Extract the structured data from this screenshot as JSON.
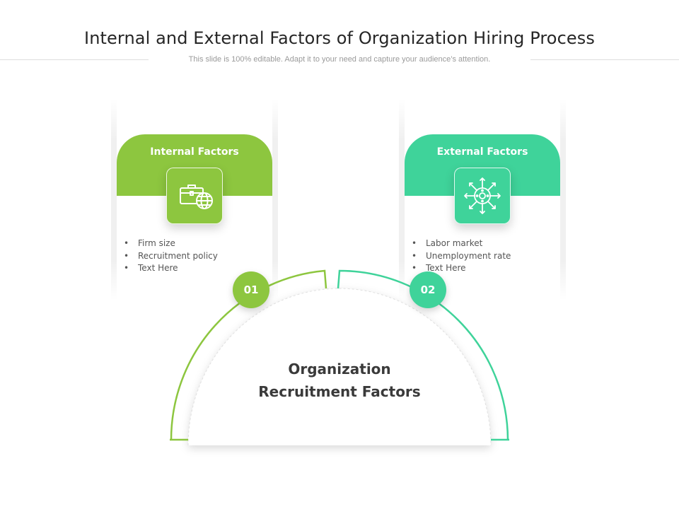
{
  "title": "Internal and External Factors of Organization Hiring Process",
  "subtitle": "This slide is 100% editable. Adapt it to your need and capture your audience’s attention.",
  "colors": {
    "green": "#8dc63f",
    "teal": "#3fd39a",
    "gray_text": "#555555"
  },
  "center": {
    "line1": "Organization",
    "line2": "Recruitment Factors"
  },
  "cards": [
    {
      "title": "Internal Factors",
      "icon": "briefcase-globe-icon",
      "number": "01",
      "bullets": [
        "Firm size",
        "Recruitment policy",
        "Text Here"
      ]
    },
    {
      "title": "External Factors",
      "icon": "virus-arrows-icon",
      "number": "02",
      "bullets": [
        "Labor market",
        "Unemployment rate",
        "Text Here"
      ]
    }
  ]
}
